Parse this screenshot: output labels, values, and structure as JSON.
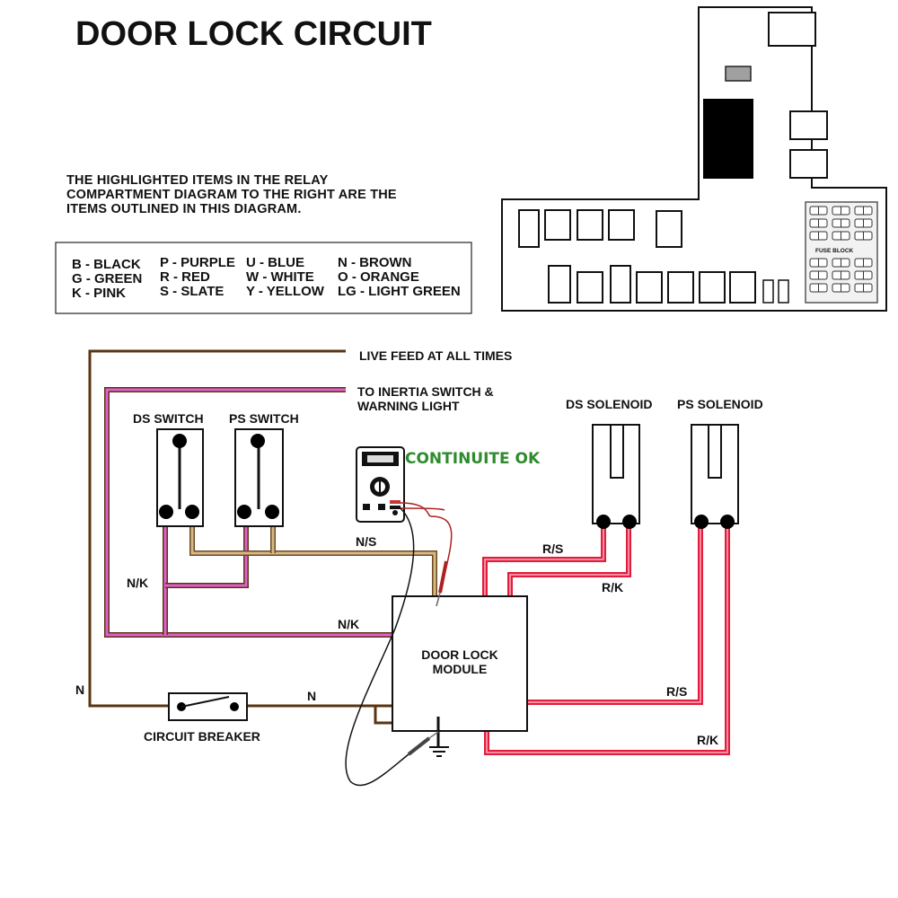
{
  "title": "DOOR LOCK CIRCUIT",
  "note": {
    "lines": [
      "THE HIGHLIGHTED ITEMS IN THE RELAY",
      "COMPARTMENT DIAGRAM TO THE RIGHT ARE THE",
      "ITEMS OUTLINED IN THIS DIAGRAM."
    ]
  },
  "legend": {
    "columns": [
      [
        "B - BLACK",
        "G - GREEN",
        "K - PINK"
      ],
      [
        "P - PURPLE",
        "R - RED",
        "S - SLATE"
      ],
      [
        "U - BLUE",
        "W - WHITE",
        "Y - YELLOW"
      ],
      [
        "N - BROWN",
        "O - ORANGE",
        "LG - LIGHT GREEN"
      ]
    ]
  },
  "relay_compartment": {
    "fuse_block_label": "FUSE BLOCK"
  },
  "labels": {
    "live_feed": "LIVE FEED AT ALL TIMES",
    "inertia_line1": "TO INERTIA SWITCH &",
    "inertia_line2": "WARNING LIGHT",
    "ds_switch": "DS SWITCH",
    "ps_switch": "PS SWITCH",
    "ds_solenoid": "DS SOLENOID",
    "ps_solenoid": "PS SOLENOID",
    "continuity": "CONTINUITE OK",
    "module_line1": "DOOR LOCK",
    "module_line2": "MODULE",
    "circuit_breaker": "CIRCUIT BREAKER"
  },
  "wire_labels": {
    "ns": "N/S",
    "nk_left": "N/K",
    "nk_mid": "N/K",
    "n_left": "N",
    "n_mid": "N",
    "rs_top": "R/S",
    "rk_top": "R/K",
    "rs_bottom": "R/S",
    "rk_bottom": "R/K"
  },
  "colors": {
    "brown": "#5a3410",
    "pink": "#e060d0",
    "tan": "#b08850",
    "red": "#e21c3c",
    "green_text": "#2e8b2e"
  }
}
